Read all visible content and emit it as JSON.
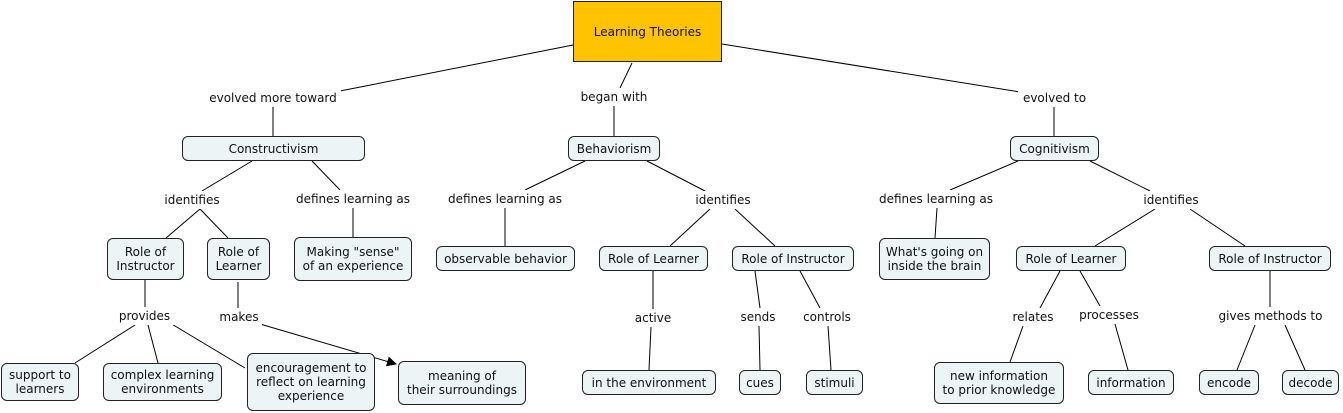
{
  "root": "Learning Theories",
  "branches": {
    "constructivism": {
      "link": "evolved more toward",
      "concept": "Constructivism",
      "identifies": "identifies",
      "instructor": "Role of\nInstructor",
      "learner": "Role of\nLearner",
      "defines": "defines learning as",
      "sense": "Making \"sense\"\nof an experience",
      "provides": "provides",
      "support": "support to\nlearners",
      "complex": "complex learning\nenvironments",
      "encourage": "encouragement to\nreflect on learning\nexperience",
      "makes": "makes",
      "meaning": "meaning of\ntheir surroundings"
    },
    "behaviorism": {
      "link": "began with",
      "concept": "Behaviorism",
      "defines": "defines learning as",
      "observable": "observable behavior",
      "identifies": "identifies",
      "learner": "Role of Learner",
      "instructor": "Role of Instructor",
      "active": "active",
      "environment": "in the environment",
      "sends": "sends",
      "controls": "controls",
      "cues": "cues",
      "stimuli": "stimuli"
    },
    "cognitivism": {
      "link": "evolved to",
      "concept": "Cognitivism",
      "defines": "defines learning as",
      "brain": "What's going on\ninside the brain",
      "identifies": "identifies",
      "learner": "Role of Learner",
      "instructor": "Role of Instructor",
      "relates": "relates",
      "processes": "processes",
      "newinfo": "new information\nto prior knowledge",
      "information": "information",
      "gives": "gives methods to",
      "encode": "encode",
      "decode": "decode"
    }
  }
}
